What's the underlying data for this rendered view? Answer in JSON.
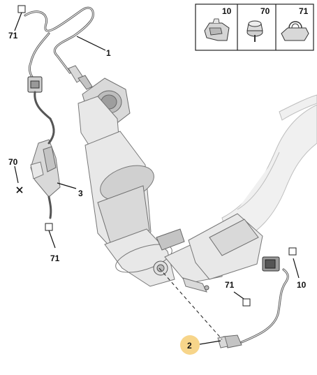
{
  "legend": {
    "cells": [
      {
        "number": "10",
        "icon": "clip-icon"
      },
      {
        "number": "70",
        "icon": "nut-icon"
      },
      {
        "number": "71",
        "icon": "cable-clamp-icon"
      }
    ]
  },
  "callouts": {
    "part_1": "1",
    "part_2": "2",
    "part_3": "3",
    "ref_71_top": "71",
    "ref_70_left": "70",
    "ref_71_bottom_left": "71",
    "ref_71_right": "71",
    "ref_10_right": "10"
  },
  "colors": {
    "highlight": "#f7d58a",
    "part_gray": "#d9d9d9",
    "line": "#111111"
  }
}
